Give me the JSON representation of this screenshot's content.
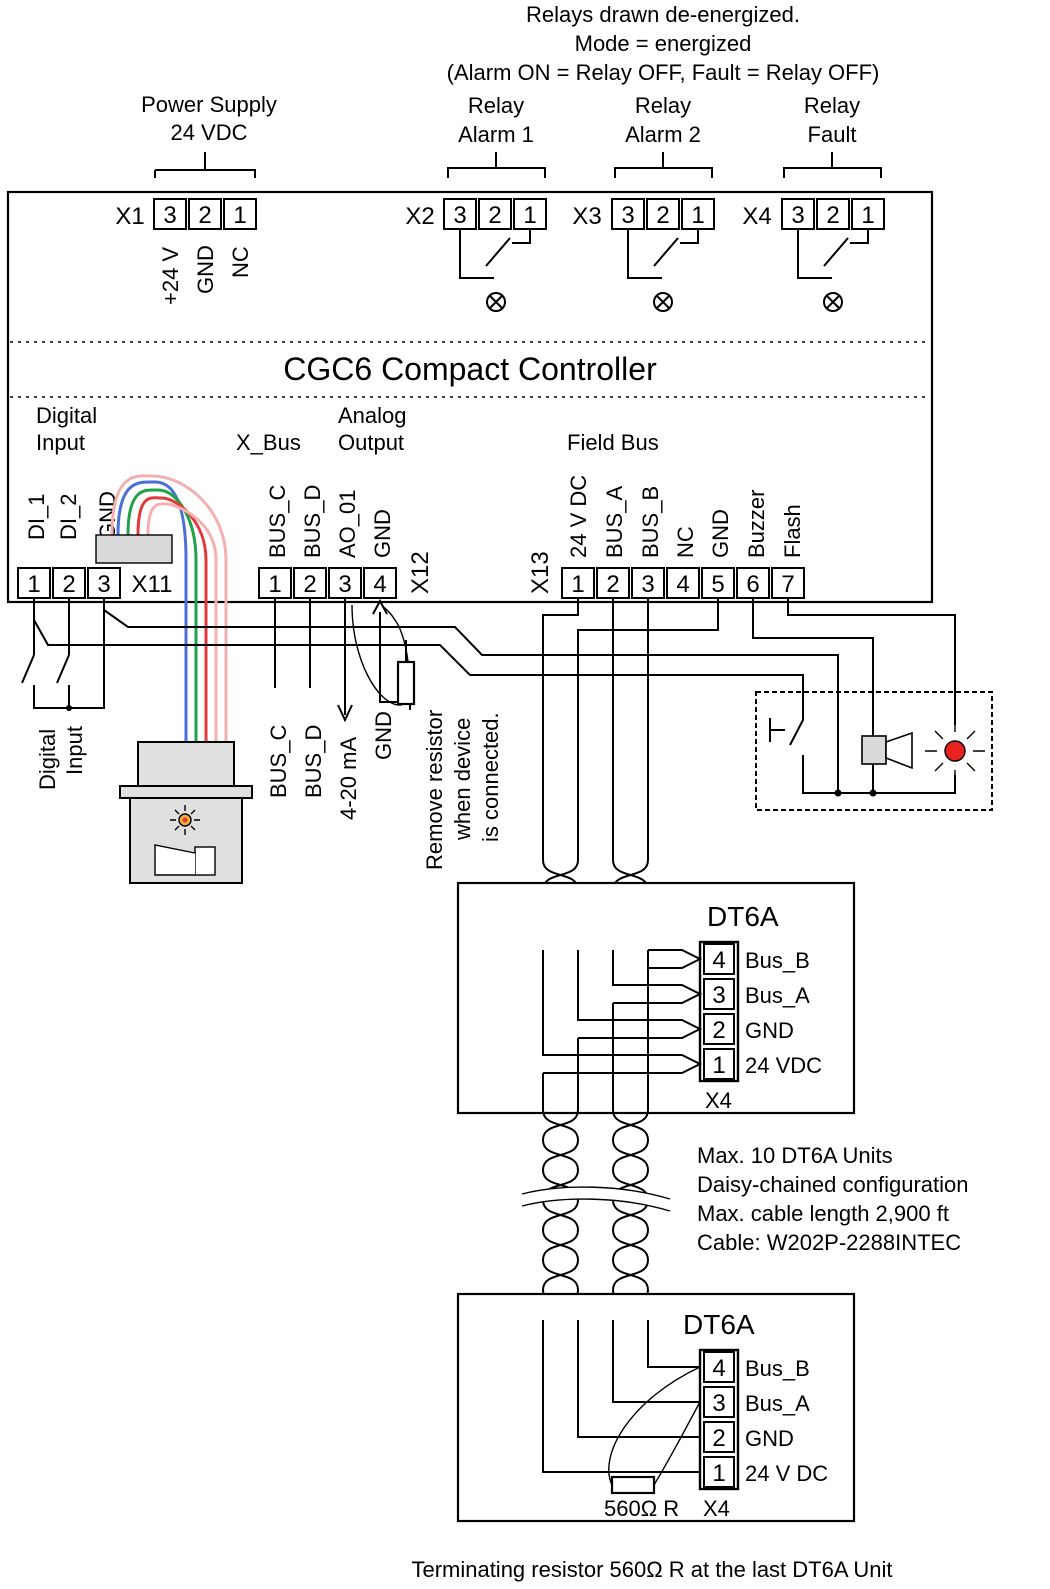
{
  "header": {
    "relay_note_1": "Relays drawn de-energized.",
    "relay_note_2": "Mode = energized",
    "relay_note_3": "(Alarm ON = Relay OFF, Fault = Relay OFF)"
  },
  "power_supply": {
    "line1": "Power Supply",
    "line2": "24 VDC"
  },
  "relays": [
    {
      "line1": "Relay",
      "line2": "Alarm 1",
      "connector": "X2"
    },
    {
      "line1": "Relay",
      "line2": "Alarm 2",
      "connector": "X3"
    },
    {
      "line1": "Relay",
      "line2": "Fault",
      "connector": "X4"
    }
  ],
  "x1": {
    "name": "X1",
    "pins": [
      "3",
      "2",
      "1"
    ],
    "labels": [
      "+24 V",
      "GND",
      "NC"
    ]
  },
  "relay_pins": [
    "3",
    "2",
    "1"
  ],
  "controller": {
    "title": "CGC6 Compact Controller"
  },
  "sections": {
    "digital_input_1": "Digital",
    "digital_input_2": "Input",
    "xbus": "X_Bus",
    "analog_1": "Analog",
    "analog_2": "Output",
    "fieldbus": "Field Bus"
  },
  "x11": {
    "name": "X11",
    "pins": [
      "1",
      "2",
      "3"
    ],
    "labels": [
      "DI_1",
      "DI_2",
      "GND"
    ]
  },
  "x12": {
    "name": "X12",
    "pins": [
      "1",
      "2",
      "3",
      "4"
    ],
    "labels": [
      "BUS_C",
      "BUS_D",
      "AO_01",
      "GND"
    ]
  },
  "x13": {
    "name": "X13",
    "pins": [
      "1",
      "2",
      "3",
      "4",
      "5",
      "6",
      "7"
    ],
    "labels": [
      "24 V DC",
      "BUS_A",
      "BUS_B",
      "NC",
      "GND",
      "Buzzer",
      "Flash"
    ]
  },
  "below": {
    "digital_1": "Digital",
    "digital_2": "Input",
    "bus_c": "BUS_C",
    "bus_d": "BUS_D",
    "ma": "4-20 mA",
    "gnd": "GND",
    "remove_1": "Remove resistor",
    "remove_2": "when device",
    "remove_3": "is connected."
  },
  "dt6a_top": {
    "title": "DT6A",
    "pins": [
      "4",
      "3",
      "2",
      "1"
    ],
    "labels": [
      "Bus_B",
      "Bus_A",
      "GND",
      "24 VDC"
    ],
    "connector": "X4"
  },
  "notes": [
    "Max. 10 DT6A Units",
    "Daisy-chained configuration",
    "Max. cable length 2,900 ft",
    "Cable: W202P-2288INTEC"
  ],
  "dt6a_bottom": {
    "title": "DT6A",
    "pins": [
      "4",
      "3",
      "2",
      "1"
    ],
    "labels": [
      "Bus_B",
      "Bus_A",
      "GND",
      "24 V DC"
    ],
    "connector": "X4",
    "resistor": "560Ω R"
  },
  "footer": {
    "terminating": "Terminating resistor 560Ω R at the last DT6A Unit"
  },
  "icons": [
    "relay-contact-icon",
    "lamp-icon",
    "resistor-icon",
    "buzzer-icon",
    "flash-light-icon",
    "pushbutton-icon",
    "signal-tower-icon"
  ],
  "colors": {
    "flash_light": "#e8221e",
    "ribbon": [
      "#4a6fd8",
      "#23a04a",
      "#e03a3a",
      "#f3b0b0"
    ]
  }
}
